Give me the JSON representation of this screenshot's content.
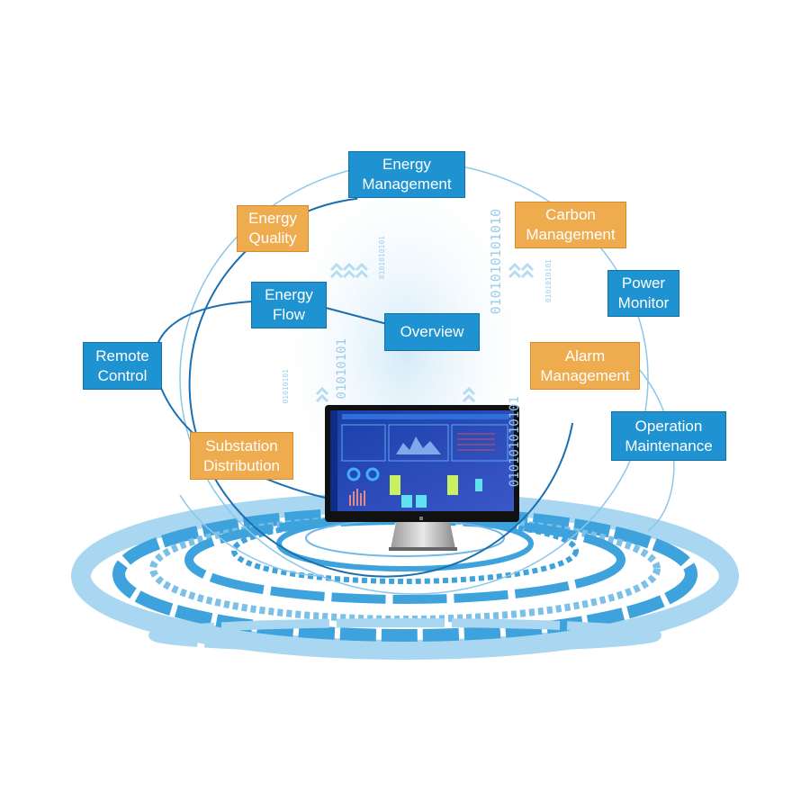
{
  "colors": {
    "module_blue": "#1f93d2",
    "module_orange": "#eeac4f",
    "ring_blue": "#3ea3dc",
    "ring_light": "#a9d6f0",
    "orbit_line": "#1a6fb0"
  },
  "modules": [
    {
      "id": "energy-management",
      "label": "Energy\nManagement",
      "color": "blue"
    },
    {
      "id": "energy-quality",
      "label": "Energy\nQuality",
      "color": "orange"
    },
    {
      "id": "carbon-management",
      "label": "Carbon\nManagement",
      "color": "orange"
    },
    {
      "id": "power-monitor",
      "label": "Power\nMonitor",
      "color": "blue"
    },
    {
      "id": "energy-flow",
      "label": "Energy\nFlow",
      "color": "blue"
    },
    {
      "id": "overview",
      "label": "Overview",
      "color": "blue"
    },
    {
      "id": "remote-control",
      "label": "Remote\nControl",
      "color": "blue"
    },
    {
      "id": "alarm-management",
      "label": "Alarm\nManagement",
      "color": "orange"
    },
    {
      "id": "operation-maintenance",
      "label": "Operation\nMaintenance",
      "color": "blue"
    },
    {
      "id": "substation-distribution",
      "label": "Substation\nDistribution",
      "color": "orange"
    }
  ],
  "binary_streams": [
    "0101010101010",
    "0101010101",
    "01010101",
    "0101010101",
    "010101010101",
    "01010101"
  ],
  "monitor": {
    "icon": "monitor-dashboard-icon"
  }
}
